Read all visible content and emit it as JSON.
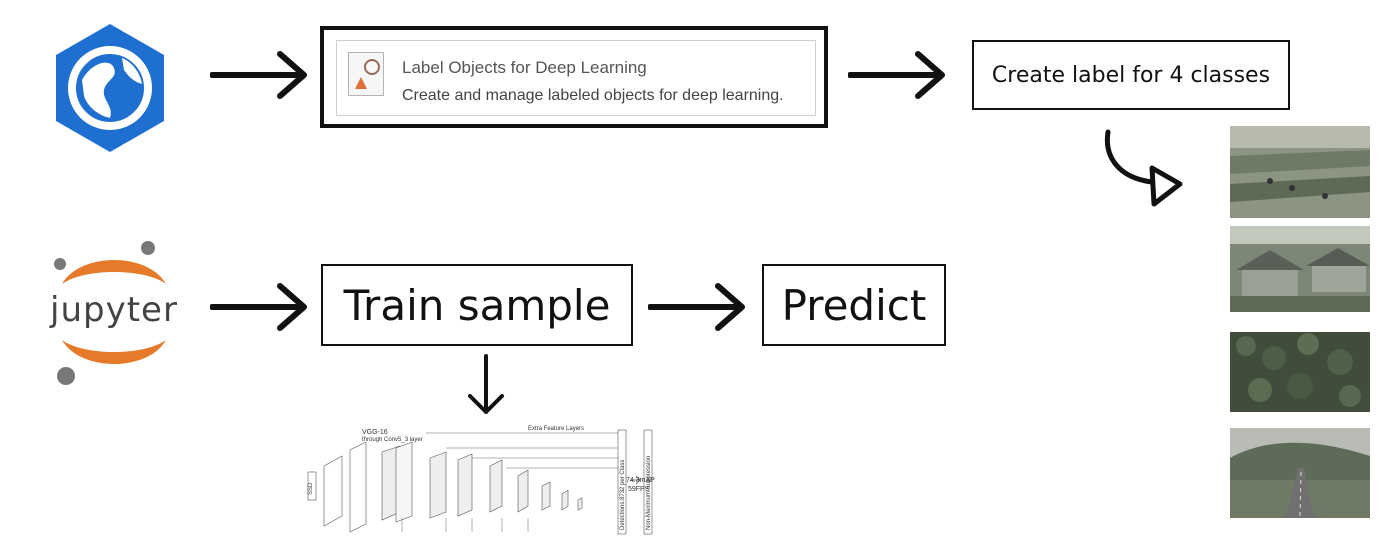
{
  "tool": {
    "title": "Label Objects for Deep Learning",
    "description": "Create and manage labeled objects for deep learning."
  },
  "label_step": "Create label for 4 classes",
  "jupyter": {
    "logo_text": "jupyter"
  },
  "train_step": "Train sample",
  "predict_step": "Predict",
  "class_images": [
    "agricultural field with workers",
    "residential houses",
    "forest",
    "road through hills"
  ],
  "ssd": {
    "title": "VGG-16",
    "subtitle": "through Conv5_3 layer",
    "extra_layers": "Extra Feature Layers",
    "input_label": "SSD",
    "detections": "Detections:8732 per Class",
    "nms": "Non-Maximum Suppression",
    "map": "74.3mAP",
    "fps": "59FPS"
  },
  "colors": {
    "arcgis_blue": "#1f6fd1",
    "jupyter_orange": "#e57a2b",
    "jupyter_gray": "#777777",
    "icon_orange": "#e0703a"
  }
}
